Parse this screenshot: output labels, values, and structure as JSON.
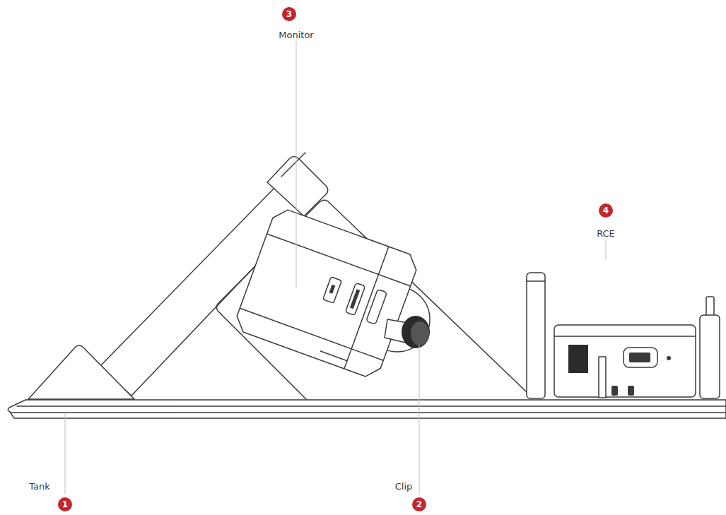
{
  "diagram": {
    "labels": [
      "3",
      "Monitor",
      "4",
      "RCE",
      "Tank",
      "1",
      "Clip",
      "2"
    ]
  }
}
